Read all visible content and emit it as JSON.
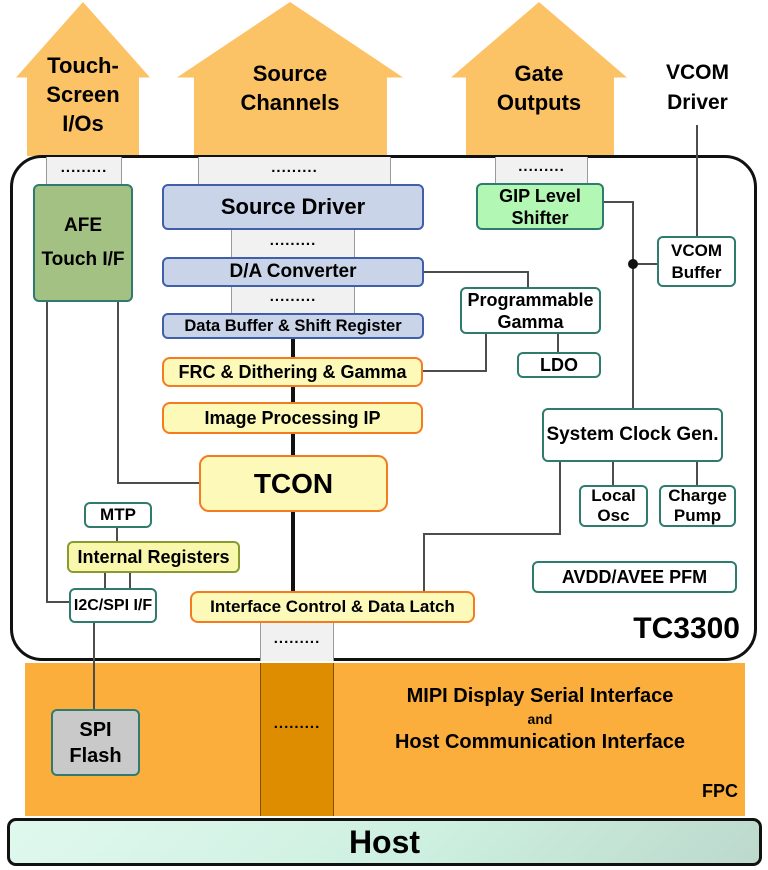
{
  "colors": {
    "arrow_orange": "#FBC266",
    "fpc_orange": "#FBAE3C",
    "fpc_dark_orange": "#DE8C00",
    "blue_fill": "#C9D4E8",
    "blue_border": "#3F5FAD",
    "yellow_fill": "#FDF9B8",
    "orange_border": "#F47B20",
    "afe_green": "#A3C183",
    "gip_green": "#B3F7B4",
    "teal_border": "#2F7C6E",
    "olive_border": "#8A9A32",
    "flash_gray": "#C9C9C9",
    "host_mint": "#D5F4E6"
  },
  "arrows": {
    "touch": "Touch-\nScreen\nI/Os",
    "source": "Source\nChannels",
    "gate": "Gate\nOutputs"
  },
  "vcom_driver_label": "VCOM\nDriver",
  "dots": ".........",
  "chip": {
    "name": "TC3300",
    "blocks": {
      "afe": "AFE\nTouch I/F",
      "source_driver": "Source Driver",
      "da_converter": "D/A Converter",
      "data_buffer": "Data Buffer & Shift Register",
      "frc": "FRC & Dithering & Gamma",
      "image_processing": "Image Processing IP",
      "tcon": "TCON",
      "gip_level_shifter": "GIP Level\nShifter",
      "vcom_buffer": "VCOM\nBuffer",
      "programmable_gamma": "Programmable\nGamma",
      "ldo": "LDO",
      "system_clock_gen": "System Clock Gen.",
      "local_osc": "Local\nOsc",
      "charge_pump": "Charge\nPump",
      "avdd_avee_pfm": "AVDD/AVEE PFM",
      "mtp": "MTP",
      "internal_registers": "Internal Registers",
      "i2c_spi_if": "I2C/SPI I/F",
      "interface_control": "Interface Control & Data Latch"
    }
  },
  "fpc": {
    "label": "FPC",
    "spi_flash": "SPI\nFlash",
    "mipi_line1": "MIPI Display Serial Interface",
    "mipi_line2": "and",
    "mipi_line3": "Host Communication Interface"
  },
  "host_label": "Host"
}
